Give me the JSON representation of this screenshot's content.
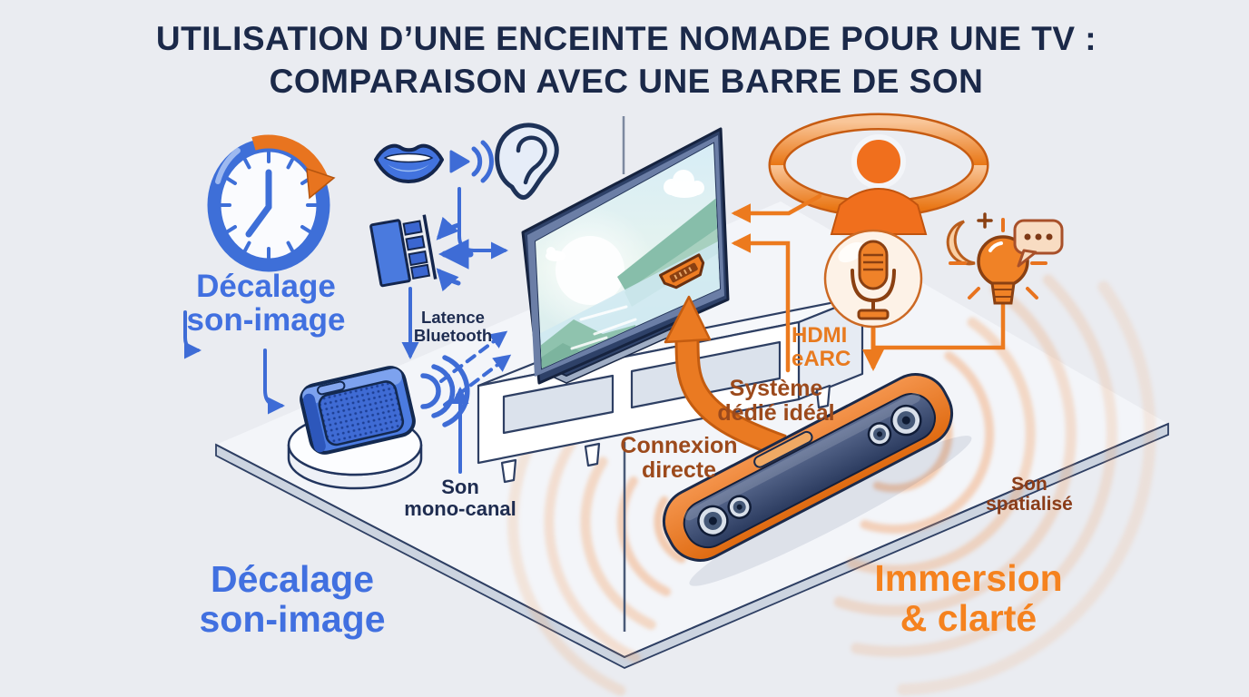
{
  "title": {
    "line1": "UTILISATION D’UNE ENCEINTE NOMADE POUR UNE TV :",
    "line2": "COMPARAISON AVEC UNE BARRE DE SON"
  },
  "left_panel": {
    "heading": "Décalage\nson-image",
    "latency_label": "Latence\nBluetooth",
    "mono_label": "Son\nmono-canal",
    "bottom_heading": "Décalage\nson-image"
  },
  "right_panel": {
    "hdmi_label": "HDMI\neARC",
    "system_label": "Système\ndédié idéal",
    "connection_label": "Connexion\ndirecte",
    "spatial_label": "Son\nspatialisé",
    "bottom_heading": "Immersion\n& clarté"
  },
  "icons": [
    "delay-clock-icon",
    "lips-icon",
    "play-sound-icon",
    "ear-icon",
    "film-strip-icon",
    "bluetooth-speaker-icon",
    "bluetooth-waves-icon",
    "latency-dashed-arrows",
    "tv-icon",
    "hdmi-port-icon",
    "tv-cabinet",
    "hdmi-cable-arrow",
    "soundbar-icon",
    "soundbar-waves",
    "surround-listener-icon",
    "microphone-icon",
    "moon-icon",
    "light-bulb-icon",
    "speech-bubble-icon"
  ],
  "colors": {
    "background": "#eaecf1",
    "title_navy": "#1b2949",
    "blue_accent": "#4170e0",
    "navy_text": "#1e2c50",
    "orange_accent": "#ec7a1e",
    "rust_text": "#9c4a1c",
    "dark_rust_text": "#8a3c18",
    "bright_orange_text": "#f5821e"
  }
}
